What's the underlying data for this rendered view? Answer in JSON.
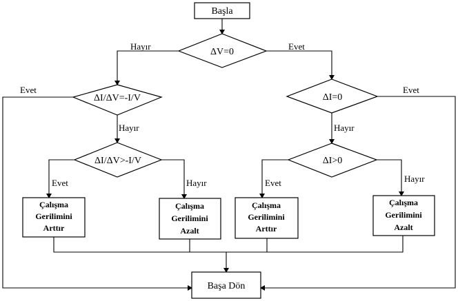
{
  "start": "Başla",
  "decisions": {
    "dv_zero": "ΔV=0",
    "di_dv_eq": "ΔI/ΔV=-I/V",
    "di_dv_gt": "ΔI/ΔV>-I/V",
    "di_zero": "ΔI=0",
    "di_gt": "ΔI>0"
  },
  "boxes": {
    "left_increase": [
      "Çalışma",
      "Gerilimini",
      "Arttır"
    ],
    "left_decrease": [
      "Çalışma",
      "Gerilimini",
      "Azalt"
    ],
    "right_increase": [
      "Çalışma",
      "Gerilimini",
      "Arttır"
    ],
    "right_decrease": [
      "Çalışma",
      "Gerilimini",
      "Azalt"
    ]
  },
  "end": "Başa Dön",
  "edge_labels": {
    "dv_no": "Hayır",
    "dv_yes": "Evet",
    "left_eq_yes": "Evet",
    "left_eq_no": "Hayır",
    "left_gt_yes": "Evet",
    "left_gt_no": "Hayır",
    "right_zero_no": "Hayır",
    "right_zero_yes": "Evet",
    "right_gt_yes": "Evet",
    "right_gt_no": "Hayır"
  }
}
